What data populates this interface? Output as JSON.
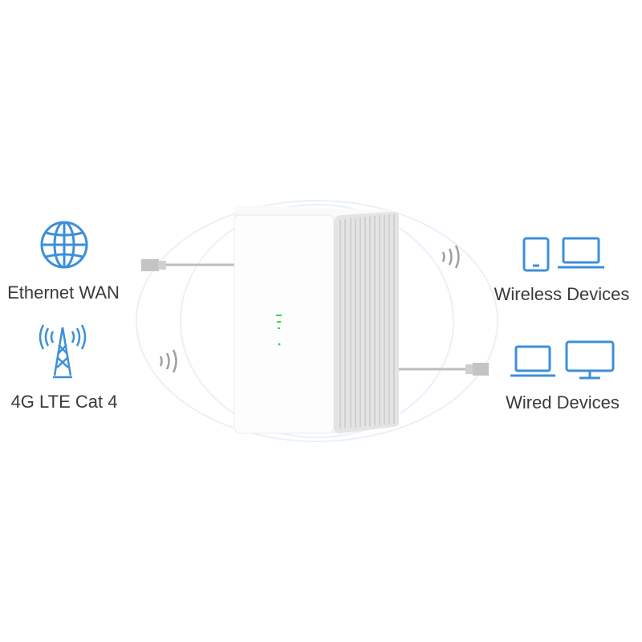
{
  "left": {
    "ethernet_label": "Ethernet WAN",
    "lte_label": "4G LTE Cat 4"
  },
  "right": {
    "wireless_label": "Wireless Devices",
    "wired_label": "Wired Devices"
  },
  "colors": {
    "icon_blue": "#3d8fd8",
    "text": "#3a3a3a",
    "led_green": "#39d353"
  }
}
